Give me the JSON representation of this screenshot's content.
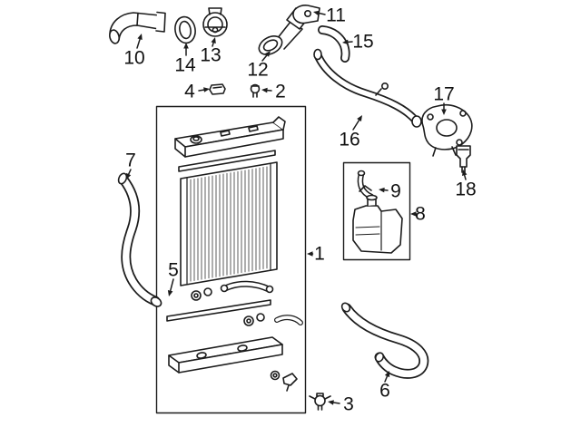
{
  "diagram": {
    "background_color": "#ffffff",
    "line_color": "#1c1c1c"
  },
  "callouts": [
    {
      "number": "1",
      "part": "radiator-assembly"
    },
    {
      "number": "2",
      "part": "fastener"
    },
    {
      "number": "3",
      "part": "drain-plug"
    },
    {
      "number": "4",
      "part": "cap"
    },
    {
      "number": "5",
      "part": "lower-seal"
    },
    {
      "number": "6",
      "part": "lower-radiator-hose"
    },
    {
      "number": "7",
      "part": "upper-radiator-hose"
    },
    {
      "number": "8",
      "part": "reserve-tank"
    },
    {
      "number": "9",
      "part": "reserve-tank-hose"
    },
    {
      "number": "10",
      "part": "water-inlet-pipe"
    },
    {
      "number": "11",
      "part": "bracket"
    },
    {
      "number": "12",
      "part": "water-inlet-housing"
    },
    {
      "number": "13",
      "part": "thermostat"
    },
    {
      "number": "14",
      "part": "gasket"
    },
    {
      "number": "15",
      "part": "bypass-hose"
    },
    {
      "number": "16",
      "part": "water-pipe"
    },
    {
      "number": "17",
      "part": "water-outlet"
    },
    {
      "number": "18",
      "part": "sensor"
    }
  ]
}
